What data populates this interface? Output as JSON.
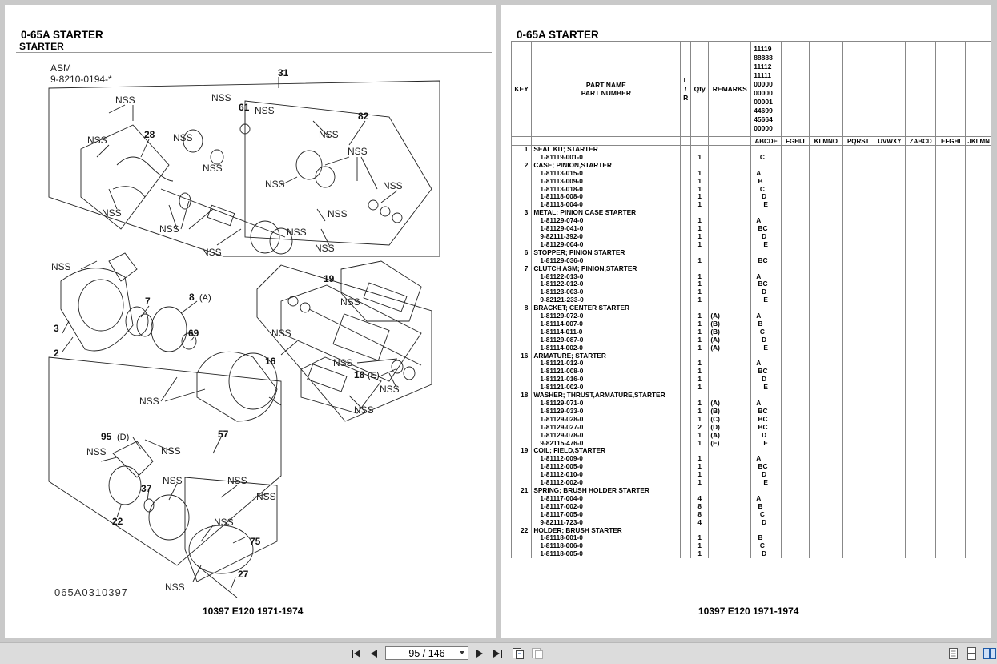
{
  "left_page": {
    "section_title": "0-65A  STARTER",
    "subtitle": "STARTER",
    "footer": "10397 E120 1971-1974",
    "diagram": {
      "asm_label": "ASM",
      "asm_number": "9-8210-0194-*",
      "drawing_number": "065A0310397",
      "nss": "NSS",
      "callouts": {
        "c31": "31",
        "c61": "61",
        "c82": "82",
        "c28": "28",
        "c7": "7",
        "c8": "8",
        "c8_note": "(A)",
        "c69": "69",
        "c3": "3",
        "c2": "2",
        "c19": "19",
        "c16": "16",
        "c18": "18",
        "c18_note": "(E)",
        "c95": "95",
        "c95_note": "(D)",
        "c57": "57",
        "c37": "37",
        "c22": "22",
        "c75": "75",
        "c27": "27"
      }
    }
  },
  "right_page": {
    "section_title": "0-65A  STARTER",
    "footer": "10397 E120 1971-1974",
    "table": {
      "headers": {
        "key": "KEY",
        "part_name": "PART NAME",
        "part_number": "PART NUMBER",
        "lr_l": "L",
        "lr_slash": "/",
        "lr_r": "R",
        "qty": "Qty",
        "remarks": "REMARKS"
      },
      "code_rows": [
        "11119",
        "88888",
        "11112",
        "11111",
        "00000",
        "00000",
        "00001",
        "44699",
        "45664",
        "00000"
      ],
      "appl_columns": [
        "ABCDE",
        "FGHIJ",
        "KLMNO",
        "PQRST",
        "UVWXY",
        "ZABCD",
        "EFGHI",
        "JKLMN"
      ],
      "rows": [
        {
          "key": "1",
          "text": "SEAL KIT; STARTER",
          "qty": "",
          "remarks": "",
          "appl": ""
        },
        {
          "key": "",
          "text": "1-81119-001-0",
          "qty": "1",
          "remarks": "",
          "appl": "  C"
        },
        {
          "key": "2",
          "text": "CASE; PINION,STARTER",
          "qty": "",
          "remarks": "",
          "appl": ""
        },
        {
          "key": "",
          "text": "1-81113-015-0",
          "qty": "1",
          "remarks": "",
          "appl": "A"
        },
        {
          "key": "",
          "text": "1-81113-009-0",
          "qty": "1",
          "remarks": "",
          "appl": " B"
        },
        {
          "key": "",
          "text": "1-81113-018-0",
          "qty": "1",
          "remarks": "",
          "appl": "  C"
        },
        {
          "key": "",
          "text": "1-81118-008-0",
          "qty": "1",
          "remarks": "",
          "appl": "   D"
        },
        {
          "key": "",
          "text": "1-81113-004-0",
          "qty": "1",
          "remarks": "",
          "appl": "    E"
        },
        {
          "key": "3",
          "text": "METAL; PINION CASE STARTER",
          "qty": "",
          "remarks": "",
          "appl": ""
        },
        {
          "key": "",
          "text": "1-81129-074-0",
          "qty": "1",
          "remarks": "",
          "appl": "A"
        },
        {
          "key": "",
          "text": "1-81129-041-0",
          "qty": "1",
          "remarks": "",
          "appl": " BC"
        },
        {
          "key": "",
          "text": "9-82111-392-0",
          "qty": "1",
          "remarks": "",
          "appl": "   D"
        },
        {
          "key": "",
          "text": "1-81129-004-0",
          "qty": "1",
          "remarks": "",
          "appl": "    E"
        },
        {
          "key": "6",
          "text": "STOPPER; PINION STARTER",
          "qty": "",
          "remarks": "",
          "appl": ""
        },
        {
          "key": "",
          "text": "1-81129-036-0",
          "qty": "1",
          "remarks": "",
          "appl": " BC"
        },
        {
          "key": "7",
          "text": "CLUTCH ASM; PINION,STARTER",
          "qty": "",
          "remarks": "",
          "appl": ""
        },
        {
          "key": "",
          "text": "1-81122-013-0",
          "qty": "1",
          "remarks": "",
          "appl": "A"
        },
        {
          "key": "",
          "text": "1-81122-012-0",
          "qty": "1",
          "remarks": "",
          "appl": " BC"
        },
        {
          "key": "",
          "text": "1-81123-003-0",
          "qty": "1",
          "remarks": "",
          "appl": "   D"
        },
        {
          "key": "",
          "text": "9-82121-233-0",
          "qty": "1",
          "remarks": "",
          "appl": "    E"
        },
        {
          "key": "8",
          "text": "BRACKET; CENTER STARTER",
          "qty": "",
          "remarks": "",
          "appl": ""
        },
        {
          "key": "",
          "text": "1-81129-072-0",
          "qty": "1",
          "remarks": "(A)",
          "appl": "A"
        },
        {
          "key": "",
          "text": "1-81114-007-0",
          "qty": "1",
          "remarks": "(B)",
          "appl": " B"
        },
        {
          "key": "",
          "text": "1-81114-011-0",
          "qty": "1",
          "remarks": "(B)",
          "appl": "  C"
        },
        {
          "key": "",
          "text": "1-81129-087-0",
          "qty": "1",
          "remarks": "(A)",
          "appl": "   D"
        },
        {
          "key": "",
          "text": "1-81114-002-0",
          "qty": "1",
          "remarks": "(A)",
          "appl": "    E"
        },
        {
          "key": "16",
          "text": "ARMATURE; STARTER",
          "qty": "",
          "remarks": "",
          "appl": ""
        },
        {
          "key": "",
          "text": "1-81121-012-0",
          "qty": "1",
          "remarks": "",
          "appl": "A"
        },
        {
          "key": "",
          "text": "1-81121-008-0",
          "qty": "1",
          "remarks": "",
          "appl": " BC"
        },
        {
          "key": "",
          "text": "1-81121-016-0",
          "qty": "1",
          "remarks": "",
          "appl": "   D"
        },
        {
          "key": "",
          "text": "1-81121-002-0",
          "qty": "1",
          "remarks": "",
          "appl": "    E"
        },
        {
          "key": "18",
          "text": "WASHER; THRUST,ARMATURE,STARTER",
          "qty": "",
          "remarks": "",
          "appl": ""
        },
        {
          "key": "",
          "text": "1-81129-071-0",
          "qty": "1",
          "remarks": "(A)",
          "appl": "A"
        },
        {
          "key": "",
          "text": "1-81129-033-0",
          "qty": "1",
          "remarks": "(B)",
          "appl": " BC"
        },
        {
          "key": "",
          "text": "1-81129-028-0",
          "qty": "1",
          "remarks": "(C)",
          "appl": " BC"
        },
        {
          "key": "",
          "text": "1-81129-027-0",
          "qty": "2",
          "remarks": "(D)",
          "appl": " BC"
        },
        {
          "key": "",
          "text": "1-81129-078-0",
          "qty": "1",
          "remarks": "(A)",
          "appl": "   D"
        },
        {
          "key": "",
          "text": "9-82115-476-0",
          "qty": "1",
          "remarks": "(E)",
          "appl": "    E"
        },
        {
          "key": "19",
          "text": "COIL; FIELD,STARTER",
          "qty": "",
          "remarks": "",
          "appl": ""
        },
        {
          "key": "",
          "text": "1-81112-009-0",
          "qty": "1",
          "remarks": "",
          "appl": "A"
        },
        {
          "key": "",
          "text": "1-81112-005-0",
          "qty": "1",
          "remarks": "",
          "appl": " BC"
        },
        {
          "key": "",
          "text": "1-81112-010-0",
          "qty": "1",
          "remarks": "",
          "appl": "   D"
        },
        {
          "key": "",
          "text": "1-81112-002-0",
          "qty": "1",
          "remarks": "",
          "appl": "    E"
        },
        {
          "key": "21",
          "text": "SPRING; BRUSH HOLDER STARTER",
          "qty": "",
          "remarks": "",
          "appl": ""
        },
        {
          "key": "",
          "text": "1-81117-004-0",
          "qty": "4",
          "remarks": "",
          "appl": "A"
        },
        {
          "key": "",
          "text": "1-81117-002-0",
          "qty": "8",
          "remarks": "",
          "appl": " B"
        },
        {
          "key": "",
          "text": "1-81117-005-0",
          "qty": "8",
          "remarks": "",
          "appl": "  C"
        },
        {
          "key": "",
          "text": "9-82111-723-0",
          "qty": "4",
          "remarks": "",
          "appl": "   D"
        },
        {
          "key": "22",
          "text": "HOLDER; BRUSH STARTER",
          "qty": "",
          "remarks": "",
          "appl": ""
        },
        {
          "key": "",
          "text": "1-81118-001-0",
          "qty": "1",
          "remarks": "",
          "appl": " B"
        },
        {
          "key": "",
          "text": "1-81118-006-0",
          "qty": "1",
          "remarks": "",
          "appl": "  C"
        },
        {
          "key": "",
          "text": "1-81118-005-0",
          "qty": "1",
          "remarks": "",
          "appl": "   D"
        }
      ]
    }
  },
  "toolbar": {
    "page_indicator": "95 / 146",
    "icons": {
      "first": "first-page-icon",
      "prev": "previous-page-icon",
      "next": "next-page-icon",
      "last": "last-page-icon",
      "fit_page": "fit-page-icon",
      "fit_width": "fit-width-icon",
      "single_page": "single-page-icon",
      "continuous": "continuous-page-icon",
      "two_page": "two-page-icon"
    }
  },
  "colors": {
    "viewer_background": "#c9c9c9",
    "toolbar": "#dcdcdc",
    "page": "#ffffff",
    "active_icon": "#1e5aa8"
  }
}
